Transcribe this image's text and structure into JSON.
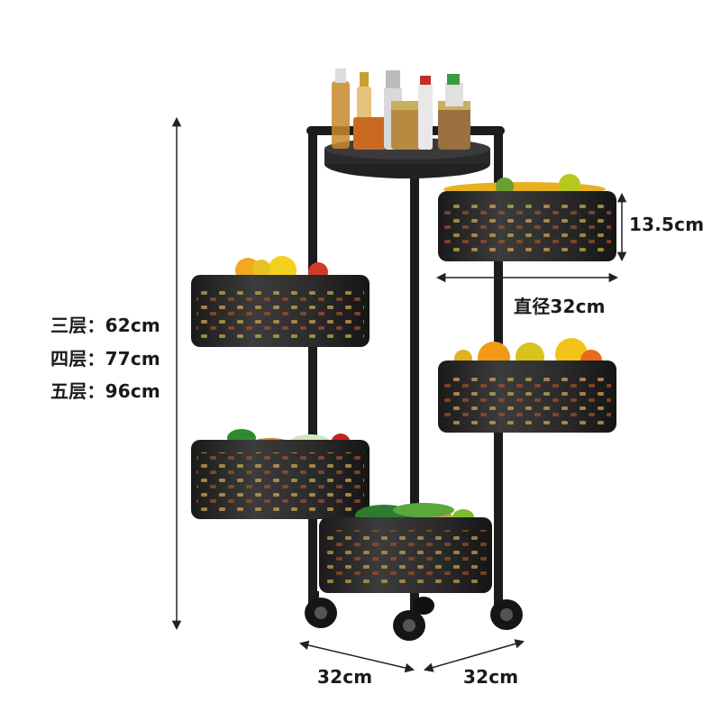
{
  "height_labels": [
    {
      "text": "三层：62cm"
    },
    {
      "text": "四层：77cm"
    },
    {
      "text": "五层：96cm"
    }
  ],
  "basket_height": "13.5cm",
  "basket_diameter": "直径32cm",
  "base_width": "32cm",
  "base_depth": "32cm",
  "colors": {
    "frame": "#1c1c1c",
    "basket": "#2b2b2b",
    "dimension_line": "#222222"
  }
}
